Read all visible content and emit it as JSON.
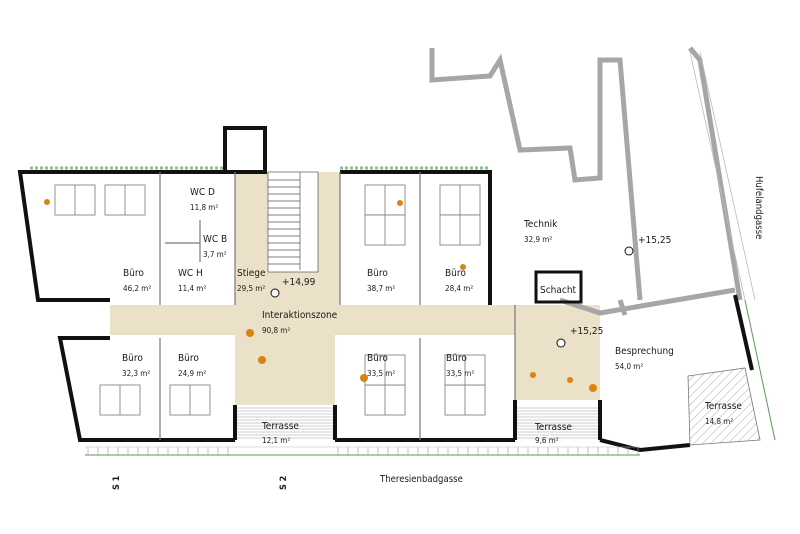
{
  "rooms": [
    {
      "name": "WC D",
      "area": "11,8 m²"
    },
    {
      "name": "WC B",
      "area": "3,7 m²"
    },
    {
      "name": "WC H",
      "area": "11,4 m²"
    },
    {
      "name": "Büro",
      "area": "46,2 m²"
    },
    {
      "name": "Stiege",
      "area": "29,5 m²"
    },
    {
      "name": "Büro",
      "area": "38,7 m²"
    },
    {
      "name": "Büro",
      "area": "28,4 m²"
    },
    {
      "name": "Interaktionszone",
      "area": "90,8 m²"
    },
    {
      "name": "Technik",
      "area": "32,9 m²"
    },
    {
      "name": "Schacht",
      "area": ""
    },
    {
      "name": "Besprechung",
      "area": "54,0 m²"
    },
    {
      "name": "Terrasse",
      "area": "14,8 m²"
    },
    {
      "name": "Terrasse",
      "area": "9,6 m²"
    },
    {
      "name": "Büro",
      "area": "32,3 m²"
    },
    {
      "name": "Büro",
      "area": "24,9 m²"
    },
    {
      "name": "Büro",
      "area": "33,5 m²"
    },
    {
      "name": "Büro",
      "area": "33,5 m²"
    },
    {
      "name": "Terrasse",
      "area": "12,1 m²"
    }
  ],
  "levels": [
    "+14,99",
    "+15,25",
    "+15,25"
  ],
  "streets": {
    "bottom": "Theresienbadgasse",
    "right": "Hufelandgasse"
  },
  "sections": [
    "S 1",
    "S 2"
  ],
  "colors": {
    "circulation": "#ebe0c8",
    "wall": "#111111",
    "existing_wall": "#a6a6a6",
    "furniture_accent": "#d9840f",
    "greenery": "#5a9a5a"
  }
}
